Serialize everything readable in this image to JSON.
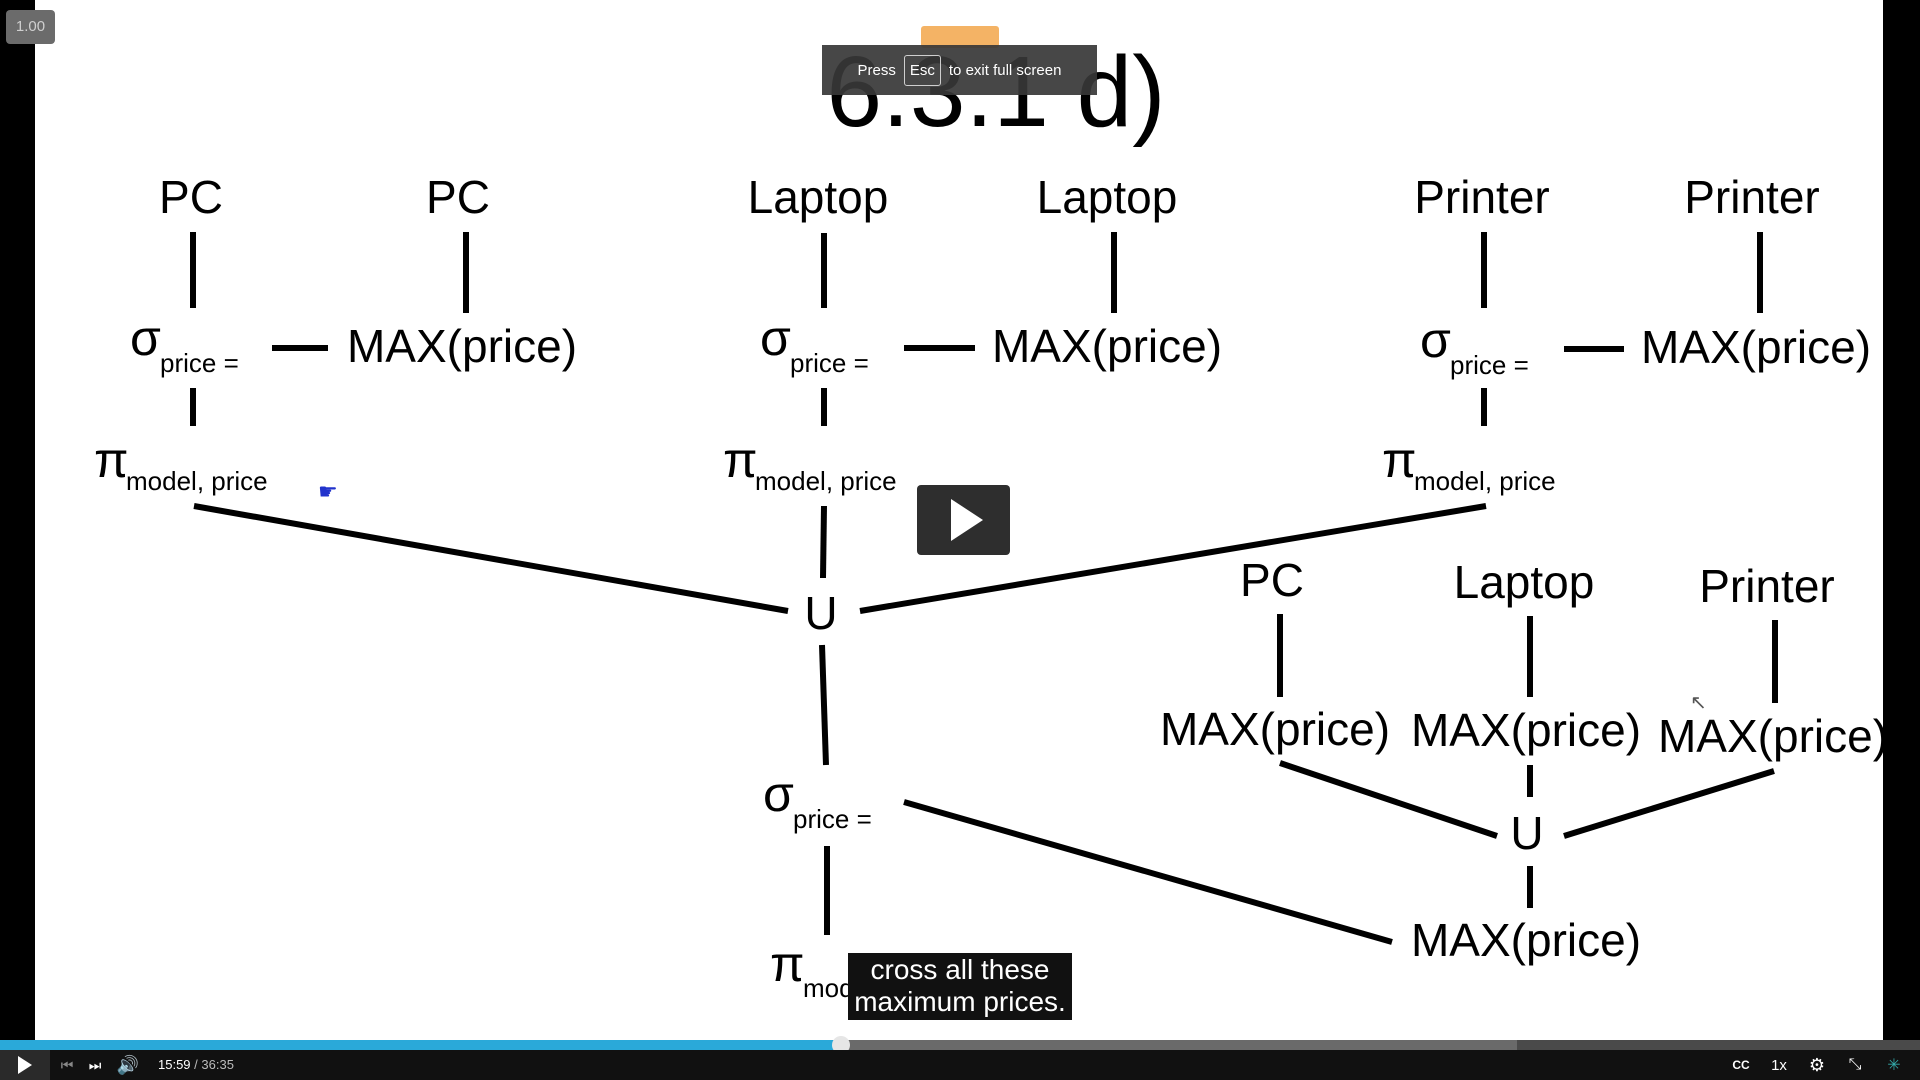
{
  "speed_badge": "1.00",
  "fullscreen_toast": {
    "press": "Press",
    "key": "Esc",
    "rest": "to exit full screen"
  },
  "slide": {
    "title": "6.3.1 d)",
    "diagram": {
      "relations": {
        "pc": "PC",
        "laptop": "Laptop",
        "printer": "Printer"
      },
      "max_price": "MAX(price)",
      "sigma": "σ",
      "pi": "π",
      "union": "U",
      "sigma_sub": "price =",
      "pi_sub_model_price": "model, price",
      "pi_sub_model": "model"
    }
  },
  "caption": {
    "line1": "cross all these",
    "line2": "maximum prices."
  },
  "player": {
    "current_time": "15:59",
    "total_time": "/ 36:35",
    "progress": 0.438,
    "buffered": 0.79,
    "rate": "1x",
    "cc": "CC"
  },
  "icons": [
    "play-icon",
    "previous-icon",
    "next-icon",
    "volume-icon",
    "cc-icon",
    "gear-icon",
    "exit-fullscreen-icon",
    "logo-icon"
  ],
  "colors": {
    "progress": "#2aa9d9",
    "background": "#000000",
    "slide": "#ffffff"
  }
}
